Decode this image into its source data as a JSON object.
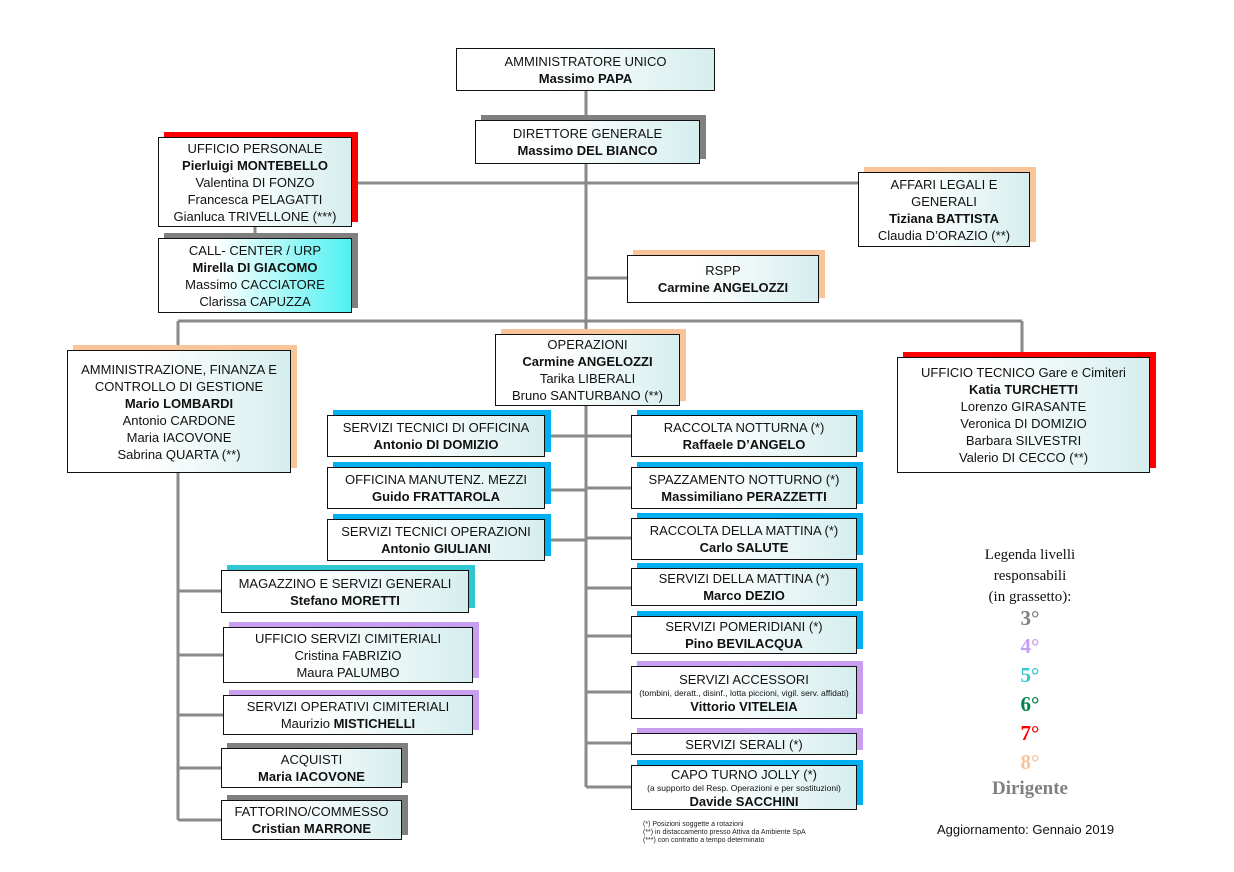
{
  "colors": {
    "line": "#8a8a8a",
    "dirigente": "#808080",
    "level3": "#7f7f7f",
    "level4": "#c89ef0",
    "level5": "#30c8d0",
    "level5b": "#00b0f0",
    "level6": "#00864a",
    "level7": "#ff0000",
    "level8": "#f8c49a"
  },
  "boxes": [
    {
      "level": "none",
      "lines": [
        {
          "t": "AMMINISTRATORE UNICO"
        },
        {
          "t": "Massimo PAPA",
          "b": true
        }
      ]
    },
    {
      "level": "dirigente",
      "lines": [
        {
          "t": "DIRETTORE GENERALE"
        },
        {
          "t": "Massimo DEL BIANCO",
          "b": true
        }
      ]
    },
    {
      "level": "level7",
      "lines": [
        {
          "t": "UFFICIO  PERSONALE"
        },
        {
          "t": "Pierluigi MONTEBELLO",
          "b": true
        },
        {
          "t": "Valentina DI FONZO"
        },
        {
          "t": "Francesca PELAGATTI"
        },
        {
          "t": "Gianluca TRIVELLONE (***)"
        }
      ]
    },
    {
      "level": "level3",
      "fill": "cyan",
      "lines": [
        {
          "t": "CALL- CENTER / URP"
        },
        {
          "t": "Mirella DI GIACOMO",
          "b": true
        },
        {
          "t": "Massimo CACCIATORE"
        },
        {
          "t": "Clarissa CAPUZZA"
        }
      ]
    },
    {
      "level": "level8",
      "lines": [
        {
          "t": "AFFARI LEGALI E"
        },
        {
          "t": "GENERALI"
        },
        {
          "t": "Tiziana BATTISTA",
          "b": true
        },
        {
          "t": "Claudia D’ORAZIO (**)"
        }
      ]
    },
    {
      "level": "level8",
      "lines": [
        {
          "t": "RSPP"
        },
        {
          "t": "Carmine ANGELOZZI",
          "b": true
        }
      ]
    },
    {
      "level": "level8",
      "lines": [
        {
          "t": "AMMINISTRAZIONE, FINANZA E"
        },
        {
          "t": "CONTROLLO DI GESTIONE"
        },
        {
          "t": "Mario LOMBARDI",
          "b": true
        },
        {
          "t": "Antonio CARDONE"
        },
        {
          "t": "Maria IACOVONE"
        },
        {
          "t": "Sabrina QUARTA (**)"
        }
      ]
    },
    {
      "level": "level8",
      "lines": [
        {
          "t": "OPERAZIONI"
        },
        {
          "t": "Carmine ANGELOZZI",
          "b": true
        },
        {
          "t": "Tarika LIBERALI"
        },
        {
          "t": "Bruno SANTURBANO (**)"
        }
      ]
    },
    {
      "level": "level7",
      "lines": [
        {
          "t": "UFFICIO TECNICO Gare e Cimiteri"
        },
        {
          "t": "Katia TURCHETTI",
          "b": true
        },
        {
          "t": "Lorenzo GIRASANTE"
        },
        {
          "t": "Veronica DI DOMIZIO"
        },
        {
          "t": "Barbara SILVESTRI"
        },
        {
          "t": "Valerio DI CECCO (**)"
        }
      ]
    },
    {
      "level": "level5b",
      "lines": [
        {
          "t": "SERVIZI TECNICI DI OFFICINA"
        },
        {
          "t": "Antonio DI DOMIZIO",
          "b": true
        }
      ]
    },
    {
      "level": "level5b",
      "lines": [
        {
          "t": "OFFICINA MANUTENZ. MEZZI"
        },
        {
          "t": "Guido FRATTAROLA",
          "b": true
        }
      ]
    },
    {
      "level": "level5b",
      "lines": [
        {
          "t": "SERVIZI TECNICI OPERAZIONI"
        },
        {
          "t": "Antonio GIULIANI",
          "b": true
        }
      ]
    },
    {
      "level": "level5b",
      "lines": [
        {
          "t": "RACCOLTA NOTTURNA (*)"
        },
        {
          "t": "Raffaele D’ANGELO",
          "b": true
        }
      ]
    },
    {
      "level": "level5b",
      "lines": [
        {
          "t": "SPAZZAMENTO NOTTURNO (*)"
        },
        {
          "t": "Massimiliano PERAZZETTI",
          "b": true
        }
      ]
    },
    {
      "level": "level5b",
      "lines": [
        {
          "t": "RACCOLTA DELLA MATTINA (*)"
        },
        {
          "t": "Carlo SALUTE",
          "b": true
        }
      ]
    },
    {
      "level": "level5b",
      "lines": [
        {
          "t": "SERVIZI DELLA MATTINA (*)"
        },
        {
          "t": "Marco DEZIO",
          "b": true
        }
      ]
    },
    {
      "level": "level5b",
      "lines": [
        {
          "t": "SERVIZI POMERIDIANI (*)"
        },
        {
          "t": "Pino BEVILACQUA",
          "b": true
        }
      ]
    },
    {
      "level": "level4",
      "lines": [
        {
          "t": "SERVIZI ACCESSORI"
        },
        {
          "t": "(tombini, deratt., disinf., lotta piccioni, vigil. serv. affidati)",
          "s": true
        },
        {
          "t": "Vittorio VITELEIA",
          "b": true
        }
      ]
    },
    {
      "level": "level4",
      "lines": [
        {
          "t": "SERVIZI SERALI (*)"
        }
      ]
    },
    {
      "level": "level5b",
      "lines": [
        {
          "t": "CAPO TURNO JOLLY (*)"
        },
        {
          "t": "(a supporto del Resp. Operazioni e per sostituzioni)",
          "s": true
        },
        {
          "t": "Davide SACCHINI",
          "b": true
        }
      ]
    },
    {
      "level": "level5",
      "lines": [
        {
          "t": "MAGAZZINO E SERVIZI GENERALI"
        },
        {
          "t": "Stefano MORETTI",
          "b": true
        }
      ]
    },
    {
      "level": "level4",
      "lines": [
        {
          "t": "UFFICIO SERVIZI CIMITERIALI"
        },
        {
          "t": "Cristina FABRIZIO"
        },
        {
          "t": "Maura PALUMBO"
        }
      ]
    },
    {
      "level": "level4",
      "lines": [
        {
          "t": "SERVIZI OPERATIVI CIMITERIALI"
        },
        {
          "t": "Maurizio MISTICHELLI",
          "bp": "Maurizio "
        }
      ]
    },
    {
      "level": "level3",
      "lines": [
        {
          "t": "ACQUISTI"
        },
        {
          "t": "Maria IACOVONE",
          "b": true
        }
      ]
    },
    {
      "level": "level3",
      "lines": [
        {
          "t": "FATTORINO/COMMESSO"
        },
        {
          "t": "Cristian MARRONE",
          "b": true
        }
      ]
    }
  ],
  "legend": {
    "title_lines": [
      "Legenda livelli",
      "responsabili",
      "(in grassetto):"
    ],
    "levels": [
      {
        "label": "3°",
        "color": "#7f7f7f"
      },
      {
        "label": "4°",
        "color": "#c89ef0"
      },
      {
        "label": "5°",
        "color": "#30c8d0"
      },
      {
        "label": "6°",
        "color": "#00864a"
      },
      {
        "label": "7°",
        "color": "#ff0000"
      },
      {
        "label": "8°",
        "color": "#f8c49a"
      },
      {
        "label": "Dirigente",
        "color": "#808080"
      }
    ]
  },
  "footnotes": [
    "(*) Posizioni soggette a rotazioni",
    "(**) in distaccamento presso Attiva da Ambiente SpA",
    "(***) con contratto a tempo determinato"
  ],
  "update": "Aggiornamento: Gennaio 2019"
}
